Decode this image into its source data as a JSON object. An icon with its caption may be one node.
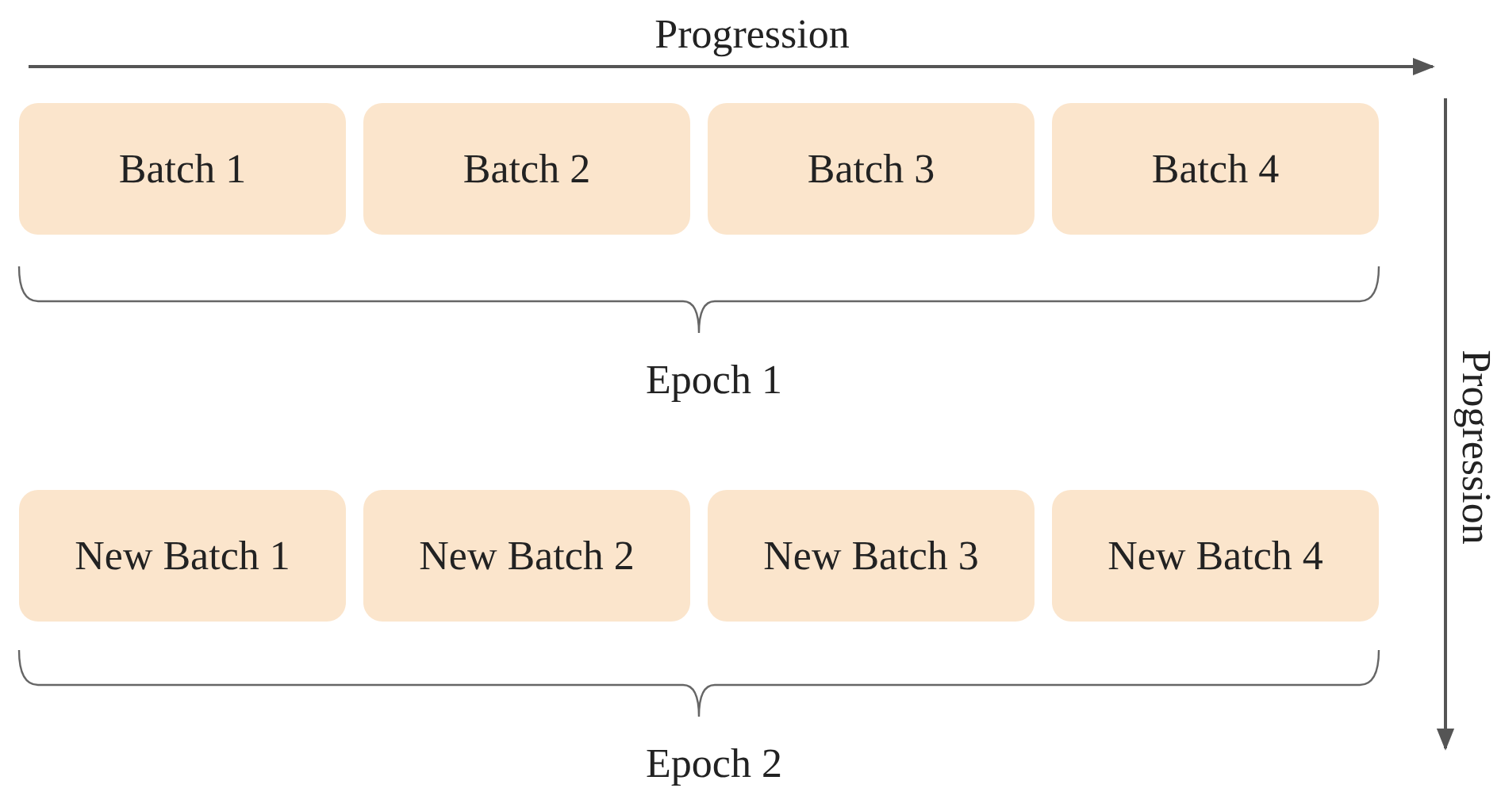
{
  "diagram": {
    "nodes": [
      {
        "text": [
          "Batch 1"
        ]
      },
      {
        "text": [
          "Batch 2"
        ]
      },
      {
        "text": [
          "Batch 3"
        ]
      },
      {
        "text": [
          "Batch 4"
        ]
      },
      {
        "text": [
          "New Batch 1"
        ]
      },
      {
        "text": [
          "New Batch 2"
        ]
      },
      {
        "text": [
          "New Batch 3"
        ]
      },
      {
        "text": [
          "New Batch 4"
        ]
      }
    ],
    "edges": [],
    "labels": [
      "Progression",
      "Epoch 1",
      "Epoch 2",
      "Progression"
    ]
  }
}
